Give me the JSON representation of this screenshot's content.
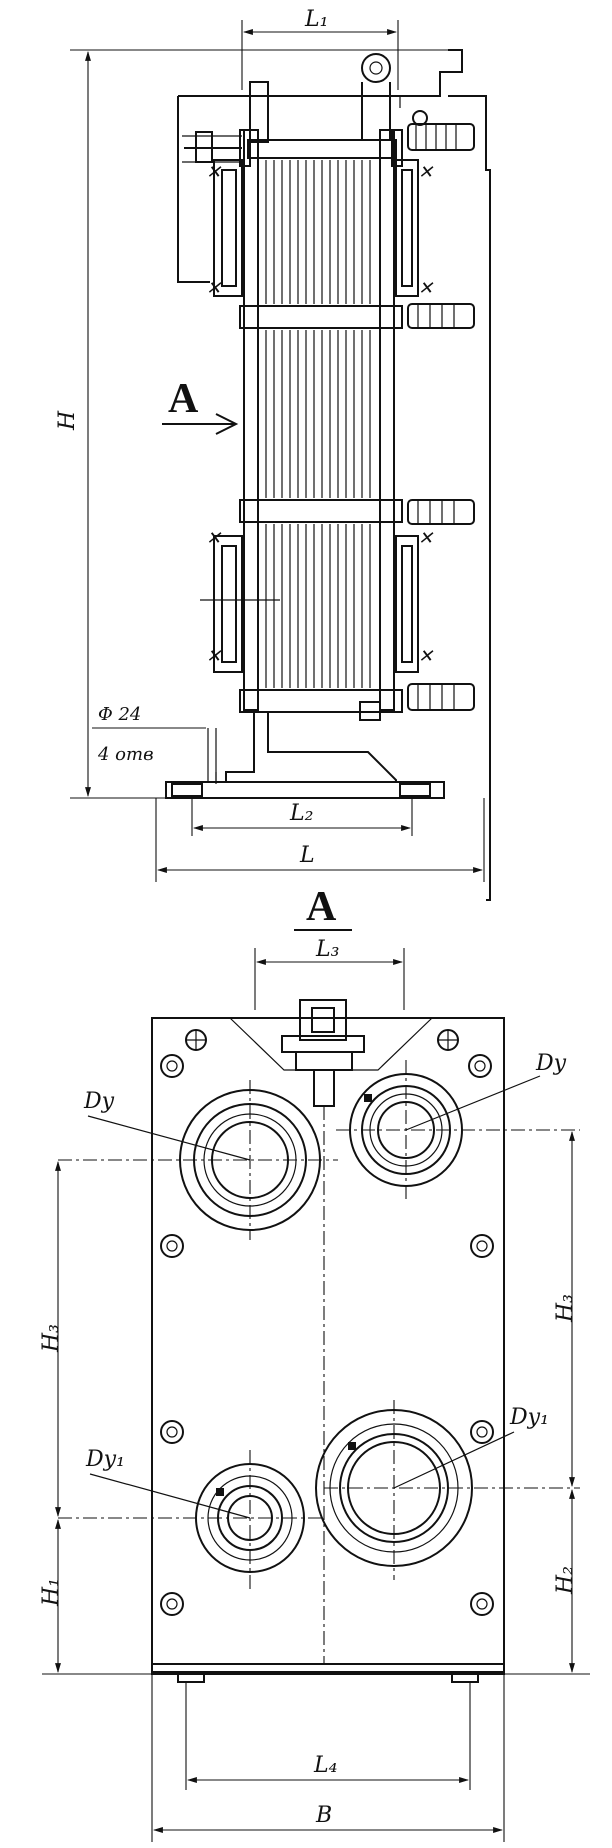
{
  "side_view": {
    "view_marker": "A",
    "dim_L1": "L₁",
    "dim_H": "H",
    "dim_L2": "L₂",
    "dim_L": "L",
    "hole_diameter": "Φ 24",
    "hole_count": "4 отв"
  },
  "front_view": {
    "title": "A",
    "dim_L3": "L₃",
    "port_top_left": "Dy",
    "port_top_right": "Dy",
    "port_bottom_left": "Dy₁",
    "port_bottom_right": "Dy₁",
    "dim_H3_left": "H₃",
    "dim_H3_right": "H₃",
    "dim_H1": "H₁",
    "dim_H2": "H₂",
    "dim_L4": "L₄",
    "dim_B": "B"
  }
}
